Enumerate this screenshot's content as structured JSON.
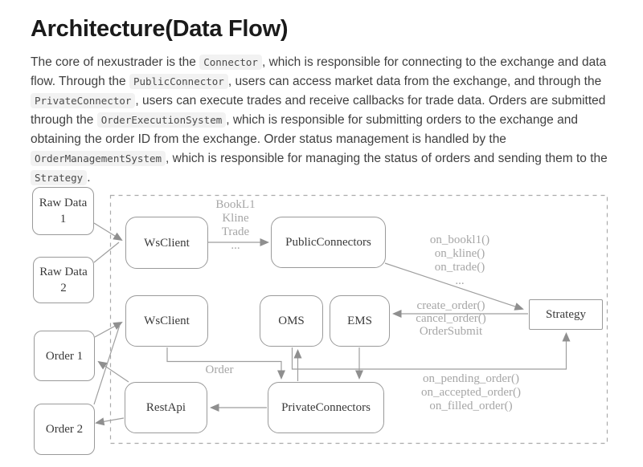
{
  "page": {
    "title": "Architecture(Data Flow)"
  },
  "colors": {
    "line": "#9e9e9e",
    "arrow": "#8f8f8f",
    "box_border": "#9a9a9a",
    "node_text": "#3a3a3a",
    "edge_label_text": "#a6a6a6",
    "code_bg": "#f2f2f2",
    "code_text": "#4a4a4a",
    "body_text": "#3f3f3f",
    "heading_text": "#1a1a1a"
  },
  "paragraph": {
    "segments": [
      {
        "t": "text",
        "v": "The core of nexustrader is the "
      },
      {
        "t": "code",
        "v": "Connector"
      },
      {
        "t": "text",
        "v": ", which is responsible for connecting to the exchange and data flow. Through the "
      },
      {
        "t": "code",
        "v": "PublicConnector"
      },
      {
        "t": "text",
        "v": ", users can access market data from the exchange, and through the "
      },
      {
        "t": "code",
        "v": "PrivateConnector"
      },
      {
        "t": "text",
        "v": ", users can execute trades and receive callbacks for trade data. Orders are submitted through the "
      },
      {
        "t": "code",
        "v": "OrderExecutionSystem"
      },
      {
        "t": "text",
        "v": ", which is responsible for submitting orders to the exchange and obtaining the order ID from the exchange. Order status management is handled by the "
      },
      {
        "t": "code",
        "v": "OrderManagementSystem"
      },
      {
        "t": "text",
        "v": ", which is responsible for managing the status of orders and sending them to the "
      },
      {
        "t": "code",
        "v": "Strategy"
      },
      {
        "t": "text",
        "v": "."
      }
    ]
  },
  "diagram": {
    "nodes": {
      "raw_data_1": "Raw Data 1",
      "raw_data_2": "Raw Data 2",
      "wsclient_public": "WsClient",
      "public_connectors": "PublicConnectors",
      "wsclient_private": "WsClient",
      "oms": "OMS",
      "ems": "EMS",
      "strategy": "Strategy",
      "order_1": "Order 1",
      "order_2": "Order 2",
      "rest_api": "RestApi",
      "private_connectors": "PrivateConnectors"
    },
    "edge_labels": {
      "market_stream": [
        "BookL1",
        "Kline",
        "Trade",
        "..."
      ],
      "market_callbacks": [
        "on_bookl1()",
        "on_kline()",
        "on_trade()",
        "..."
      ],
      "order_commands": [
        "create_order()",
        "cancel_order()",
        "OrderSubmit"
      ],
      "order_callbacks": [
        "on_pending_order()",
        "on_accepted_order()",
        "on_filled_order()"
      ],
      "order": "Order"
    }
  }
}
